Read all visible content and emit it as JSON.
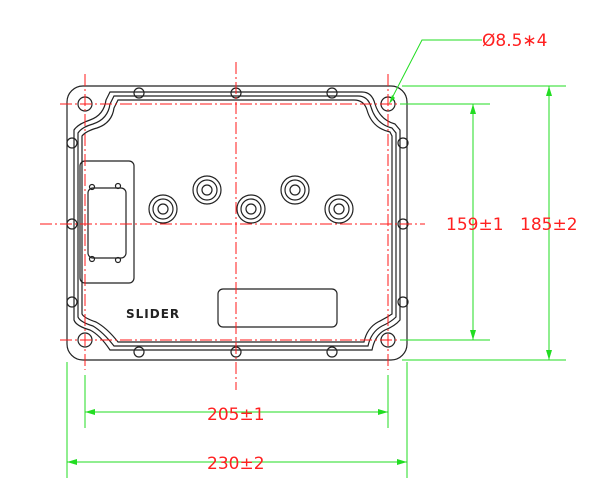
{
  "dimensions": {
    "hole": "Ø8.5∗4",
    "inner_height": "159±1",
    "outer_height": "185±2",
    "inner_width": "205±1",
    "outer_width": "230±2"
  },
  "logo_text": "SLIDER",
  "colors": {
    "outline": "#222222",
    "centerline": "#ff1a1a",
    "dimension_line": "#22dd22",
    "dimension_text": "#ff2020"
  }
}
